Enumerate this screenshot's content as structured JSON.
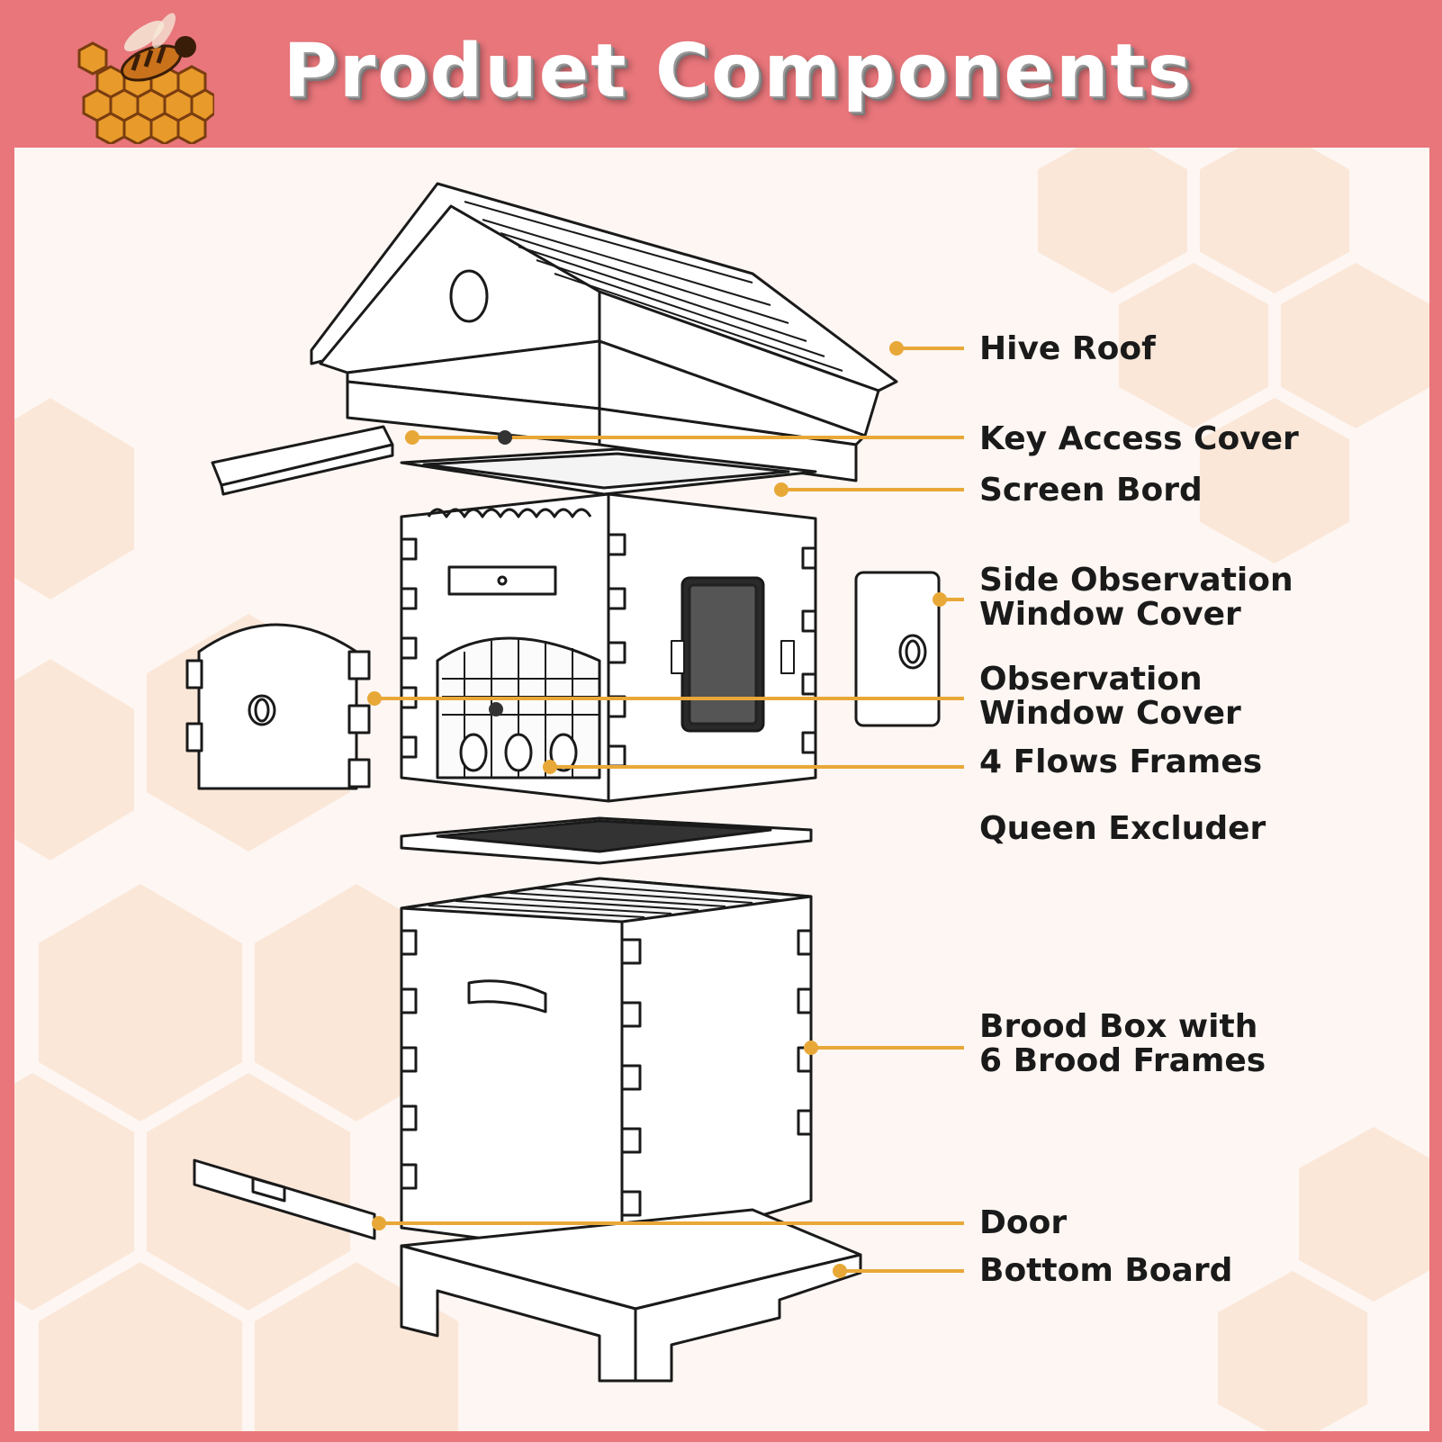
{
  "header": {
    "title": "Produet Components",
    "background": "#e8767b",
    "logo_icon": "honeycomb-bee-icon"
  },
  "accent_color": "#e8a838",
  "components": {
    "hive_roof": "Hive Roof",
    "key_access_cover": "Key Access Cover",
    "screen_bord": "Screen Bord",
    "side_observation_window_cover": [
      "Side Observation",
      "Window Cover"
    ],
    "observation_window_cover": [
      "Observation",
      "Window Cover"
    ],
    "flows_frames": "4 Flows Frames",
    "queen_excluder": "Queen Excluder",
    "brood_box": [
      "Brood Box with",
      "6 Brood Frames"
    ],
    "door": "Door",
    "bottom_board": "Bottom Board"
  }
}
